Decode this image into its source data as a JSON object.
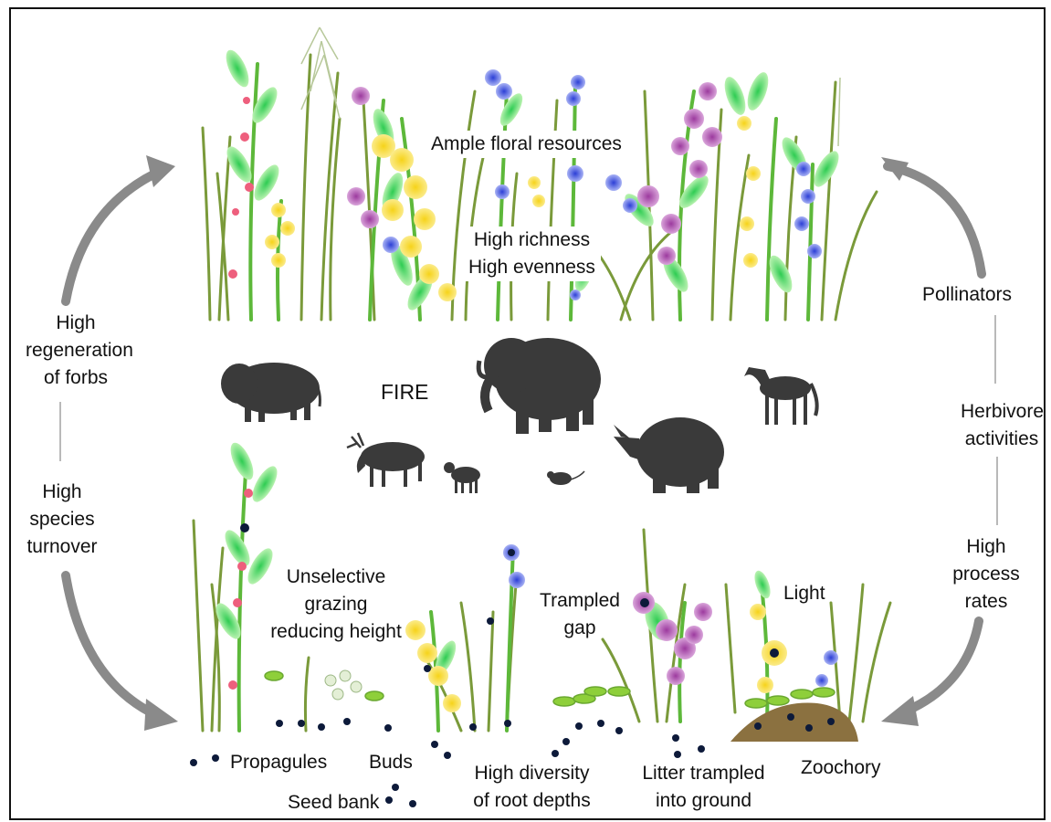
{
  "labels": {
    "floral": "Ample floral resources",
    "richness": [
      "High richness",
      "High evenness"
    ],
    "regeneration": [
      "High",
      "regeneration",
      "of forbs"
    ],
    "turnover": [
      "High",
      "species",
      "turnover"
    ],
    "pollinators": "Pollinators",
    "herbivore": [
      "Herbivore",
      "activities"
    ],
    "process": [
      "High",
      "process",
      "rates"
    ],
    "fire": "FIRE",
    "grazing": [
      "Unselective",
      "grazing",
      "reducing height"
    ],
    "trampled_gap": [
      "Trampled",
      "gap"
    ],
    "light": "Light",
    "propagules": "Propagules",
    "buds": "Buds",
    "seed_bank": "Seed bank",
    "root_depths": [
      "High diversity",
      "of root depths"
    ],
    "litter": [
      "Litter trampled",
      "into ground"
    ],
    "zoochory": "Zoochory"
  },
  "animals": [
    "bison-icon",
    "woolly-mammoth-icon",
    "horse-icon",
    "reindeer-icon",
    "reindeer-calf-icon",
    "rodent-icon",
    "woolly-rhino-icon"
  ],
  "colors": {
    "arrow": "#8a8a8a",
    "grass": "#7a9a3a",
    "leaf": "#3fcf5a",
    "yellow": "#f4d41c",
    "purple": "#a44aa8",
    "blue": "#3a4fd8",
    "pink": "#ee5f7d",
    "silhouette": "#3a3a3a",
    "seed": "#0d1a3a",
    "soil": "#8b7140"
  }
}
